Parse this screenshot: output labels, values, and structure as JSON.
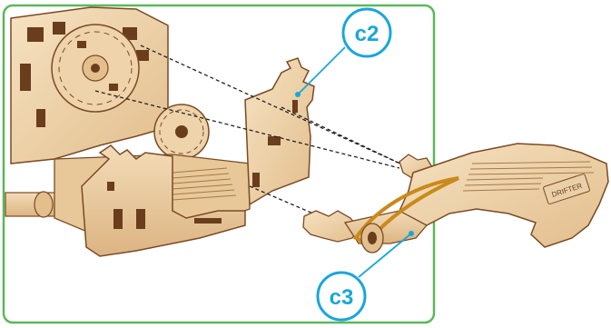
{
  "callouts": [
    {
      "id": "c2",
      "label": "c2"
    },
    {
      "id": "c3",
      "label": "c3"
    }
  ],
  "engraving": "DRIFTER",
  "colors": {
    "frame": "#5cb85c",
    "callout": "#1aa6d9",
    "wood_light": "#f2d9b5",
    "wood_mid": "#e3bf8e",
    "wood_dark": "#7a4a24",
    "band": "#c98a1c"
  }
}
